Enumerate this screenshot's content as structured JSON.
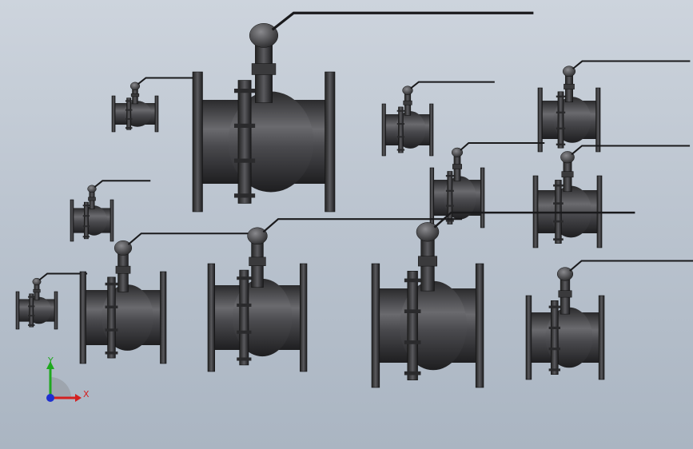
{
  "viewport": {
    "background_top": "#cdd4dd",
    "background_bottom": "#aab5c2",
    "part_color": "#3a3a3c"
  },
  "triad": {
    "x_label": "X",
    "y_label": "Y",
    "x_color": "#d42020",
    "y_color": "#1ea81e",
    "z_color": "#1e2fd0"
  },
  "models": {
    "count": 12,
    "icon": "ball-valve-icon"
  }
}
